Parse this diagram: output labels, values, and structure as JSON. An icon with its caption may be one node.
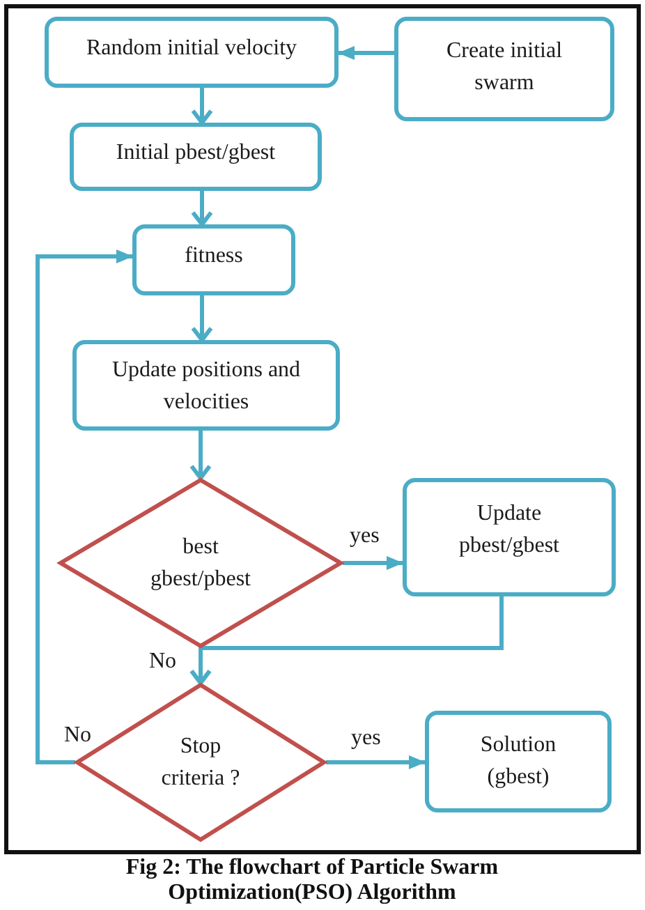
{
  "diagram": {
    "caption": "Fig 2: The flowchart of Particle Swarm Optimization(PSO) Algorithm",
    "nodes": [
      {
        "text": [
          "Random initial velocity"
        ]
      },
      {
        "text": [
          "Create initial swarm"
        ]
      },
      {
        "text": [
          "Initial pbest/gbest"
        ]
      },
      {
        "text": [
          "fitness"
        ]
      },
      {
        "text": [
          "Update positions and velocities"
        ]
      },
      {
        "text": [
          "best gbest/pbest"
        ]
      },
      {
        "text": [
          "Update pbest/gbest"
        ]
      },
      {
        "text": [
          "Stop criteria ?"
        ]
      },
      {
        "text": [
          "Solution (gbest)"
        ]
      }
    ],
    "edges": [
      {
        "from": 1,
        "to": 0,
        "arrow": "to"
      },
      {
        "from": 0,
        "to": 2,
        "arrow": "to"
      },
      {
        "from": 2,
        "to": 3,
        "arrow": "to"
      },
      {
        "from": 3,
        "to": 4,
        "arrow": "to"
      },
      {
        "from": 4,
        "to": 5,
        "arrow": "to"
      },
      {
        "from": 5,
        "to": 6,
        "arrow": "to",
        "label": "yes"
      },
      {
        "from": 5,
        "to": 7,
        "arrow": "to",
        "label": "No"
      },
      {
        "from": 6,
        "to": 7,
        "arrow": "to"
      },
      {
        "from": 7,
        "to": 8,
        "arrow": "to",
        "label": "yes"
      },
      {
        "from": 7,
        "to": 3,
        "arrow": "to",
        "label": "No"
      }
    ]
  }
}
